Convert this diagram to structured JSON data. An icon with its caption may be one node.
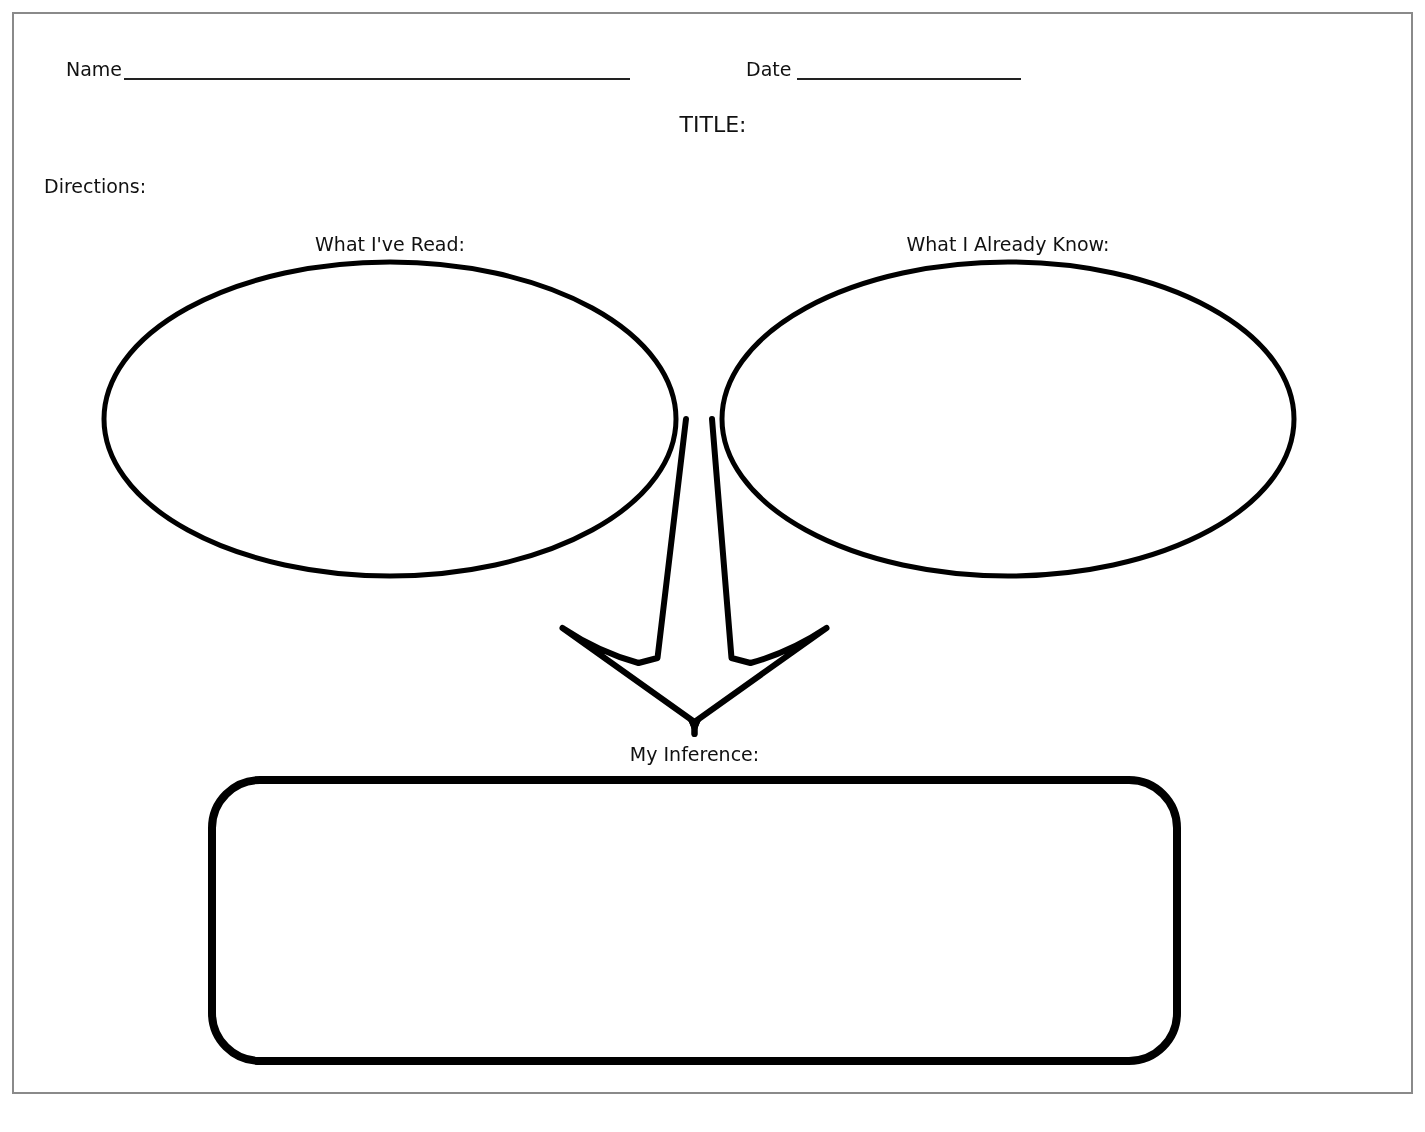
{
  "diagram": {
    "title": "TITLE:",
    "nodes": [
      {
        "text": [
          "What I've Read:"
        ]
      },
      {
        "text": [
          "What I Already Know:"
        ]
      },
      {
        "text": [
          "My Inference:"
        ]
      }
    ],
    "edges": [
      {
        "from": 0,
        "to": 2,
        "arrow": "to"
      },
      {
        "from": 1,
        "to": 2,
        "arrow": "to"
      }
    ],
    "labels": [
      "Name",
      "Date",
      "Directions:"
    ]
  }
}
